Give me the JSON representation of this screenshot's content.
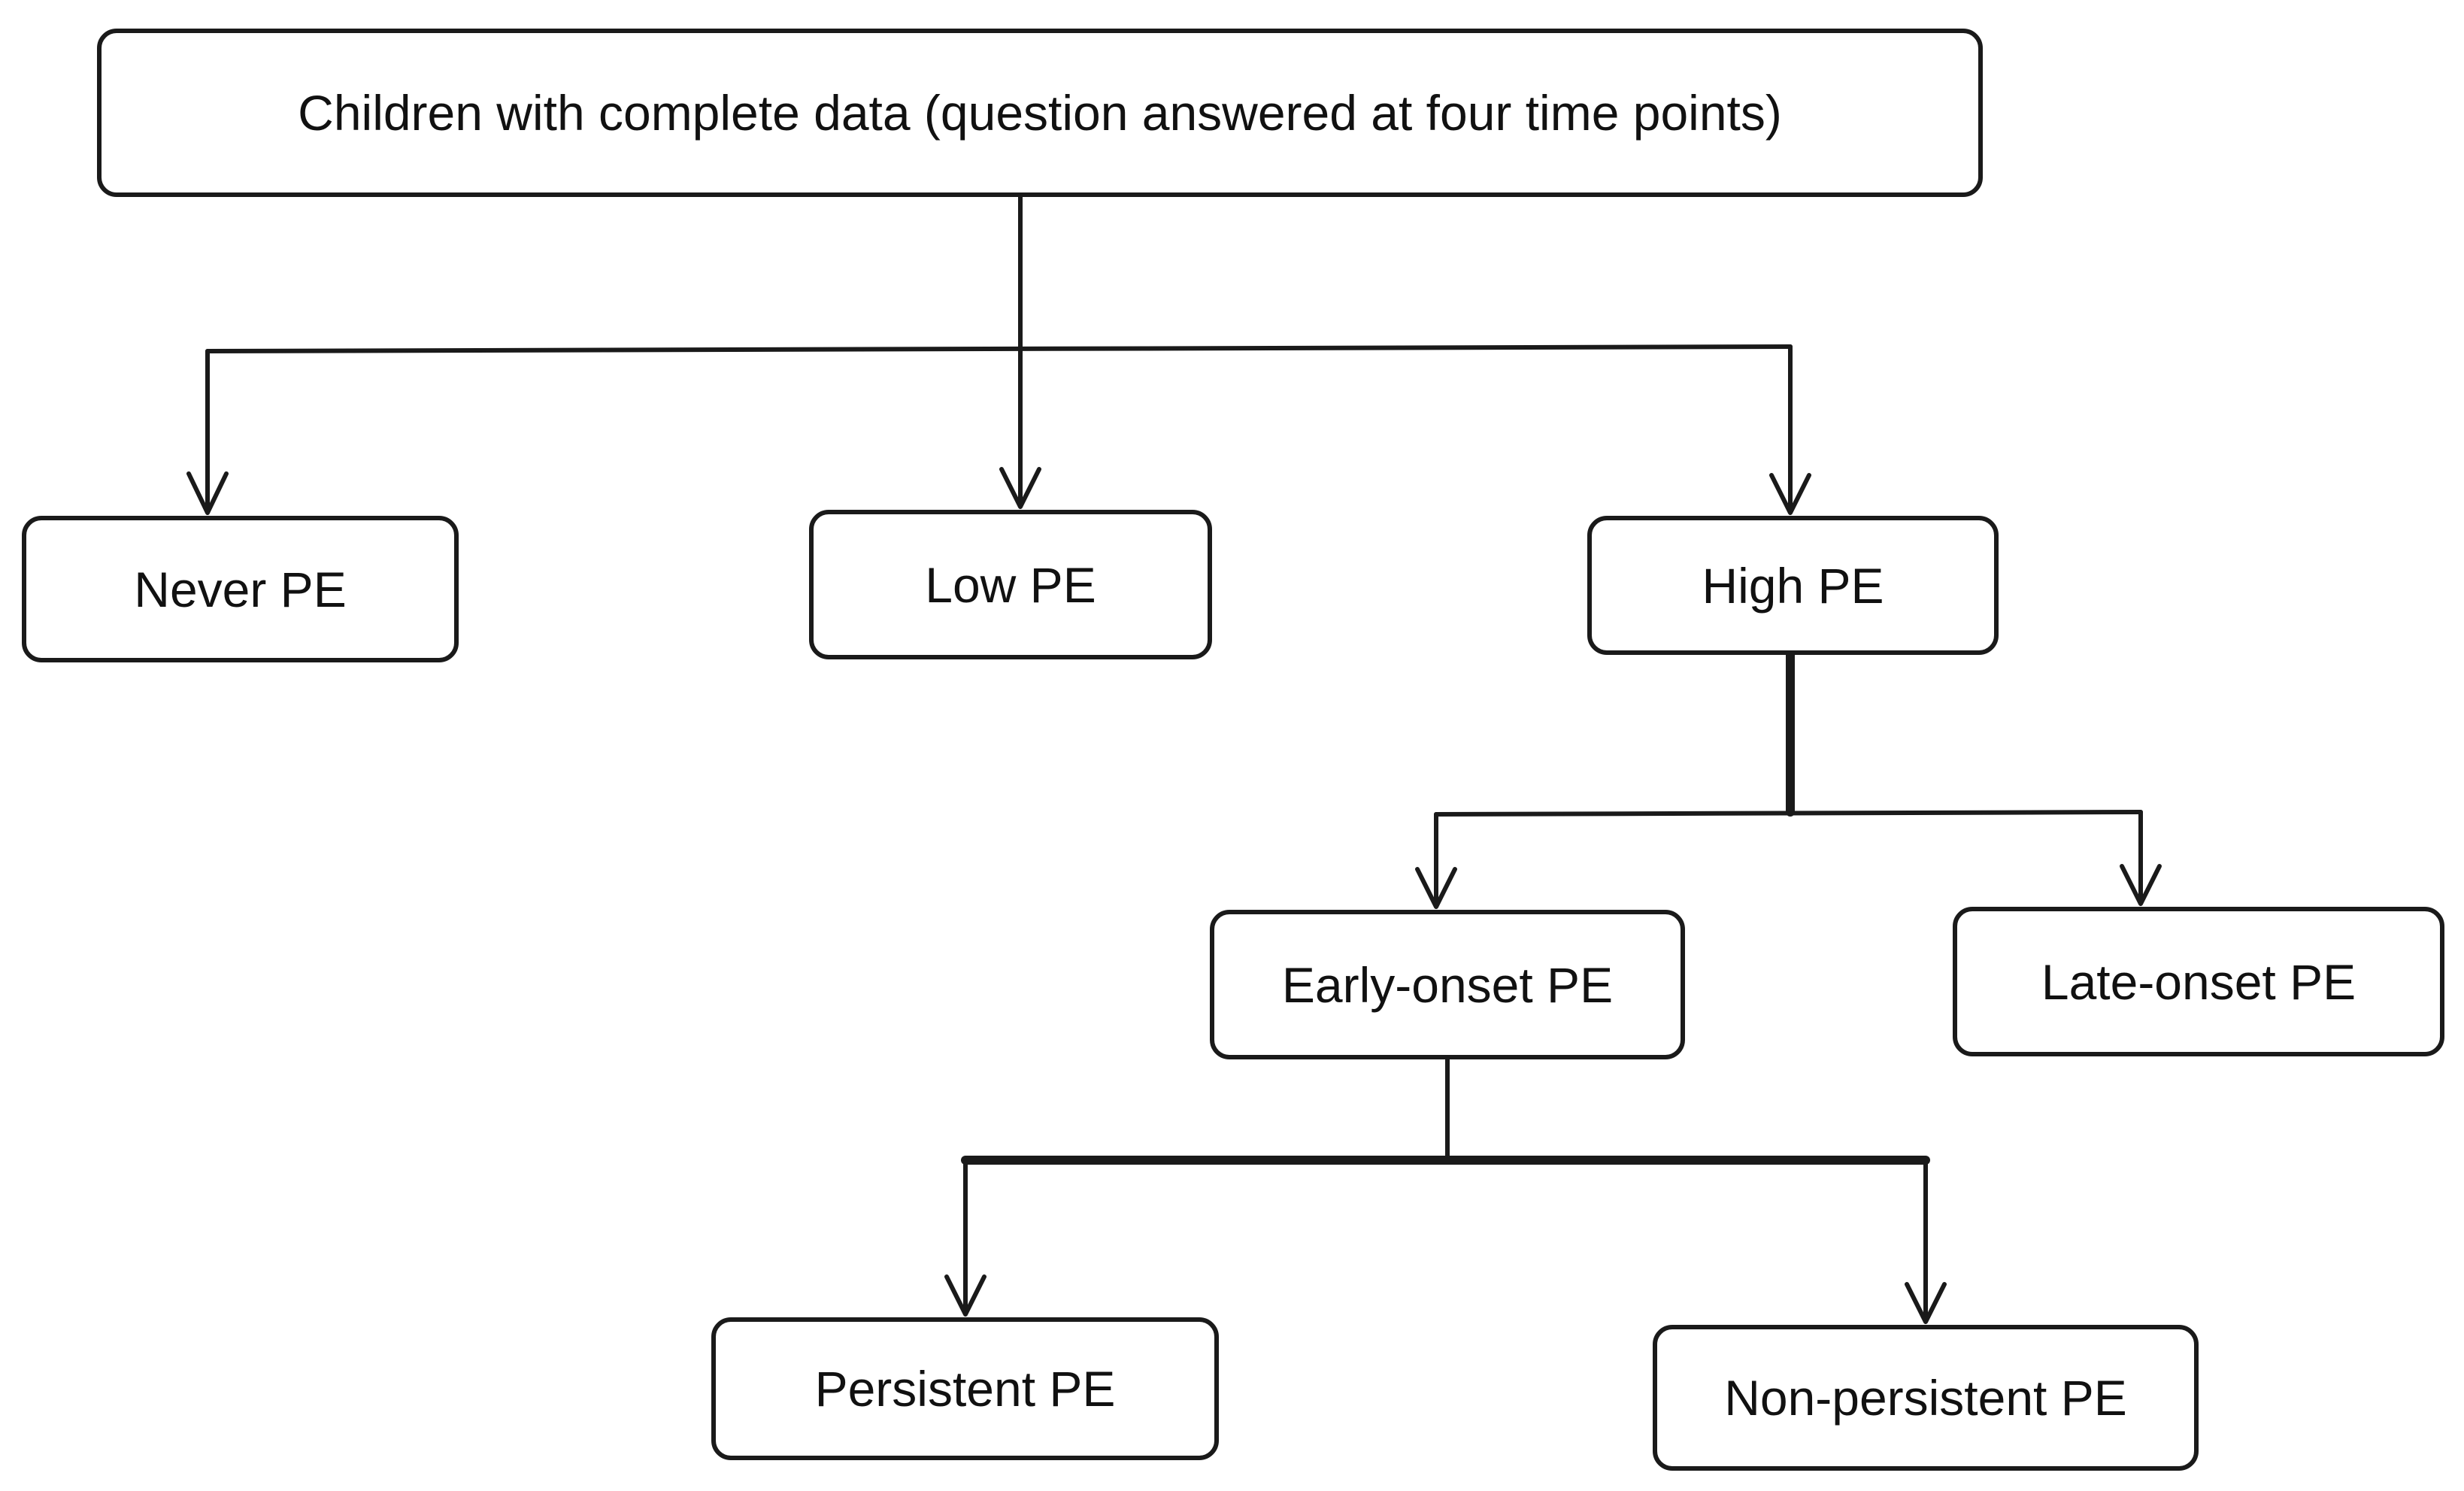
{
  "diagram": {
    "nodes": {
      "root": "Children with complete data (question answered at four time points)",
      "never_pe": "Never PE",
      "low_pe": "Low PE",
      "high_pe": "High PE",
      "early_onset_pe": "Early-onset PE",
      "late_onset_pe": "Late-onset PE",
      "persistent_pe": "Persistent PE",
      "non_persistent_pe": "Non-persistent PE"
    },
    "edges": [
      {
        "from": "root",
        "to": "never_pe"
      },
      {
        "from": "root",
        "to": "low_pe"
      },
      {
        "from": "root",
        "to": "high_pe"
      },
      {
        "from": "high_pe",
        "to": "early_onset_pe"
      },
      {
        "from": "high_pe",
        "to": "late_onset_pe"
      },
      {
        "from": "early_onset_pe",
        "to": "persistent_pe"
      },
      {
        "from": "early_onset_pe",
        "to": "non_persistent_pe"
      }
    ],
    "colors": {
      "line": "#1a1a1a",
      "box_border": "#1a1a1a",
      "text": "#111111",
      "background": "#ffffff"
    }
  }
}
